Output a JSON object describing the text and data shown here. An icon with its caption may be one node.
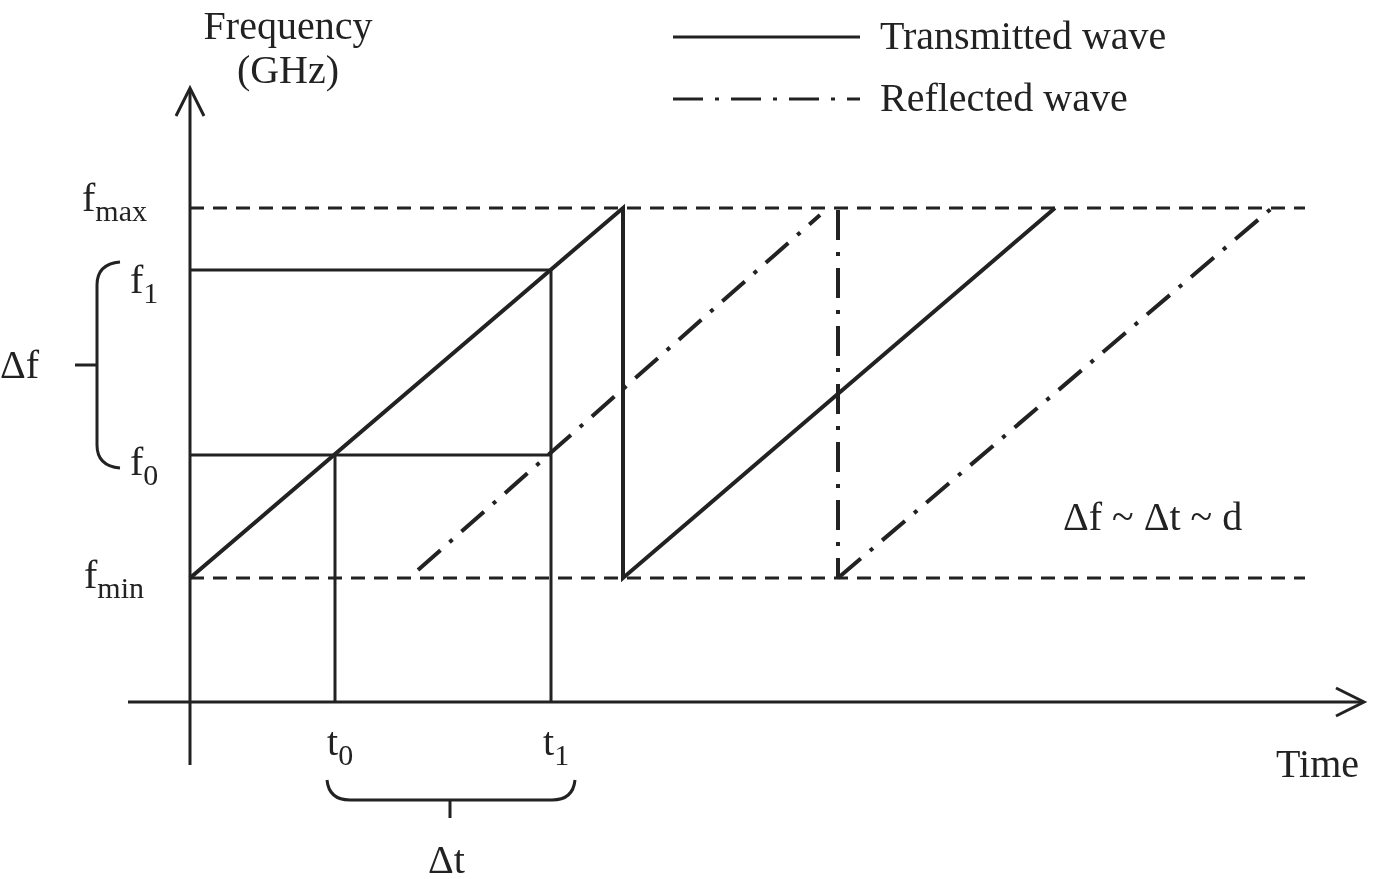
{
  "diagram": {
    "labels": [
      "Frequency (GHz)",
      "f$_{max}$",
      "f$_{1}$",
      "Δf",
      "f$_{0}$",
      "f$_{min}$",
      "Δf ~ Δt ~ d",
      "t$_{0}$",
      "t$_{1}$",
      "Time",
      "Δt"
    ],
    "legend": [
      {
        "text": "Transmitted wave"
      },
      {
        "text": "Reflected wave"
      }
    ]
  }
}
